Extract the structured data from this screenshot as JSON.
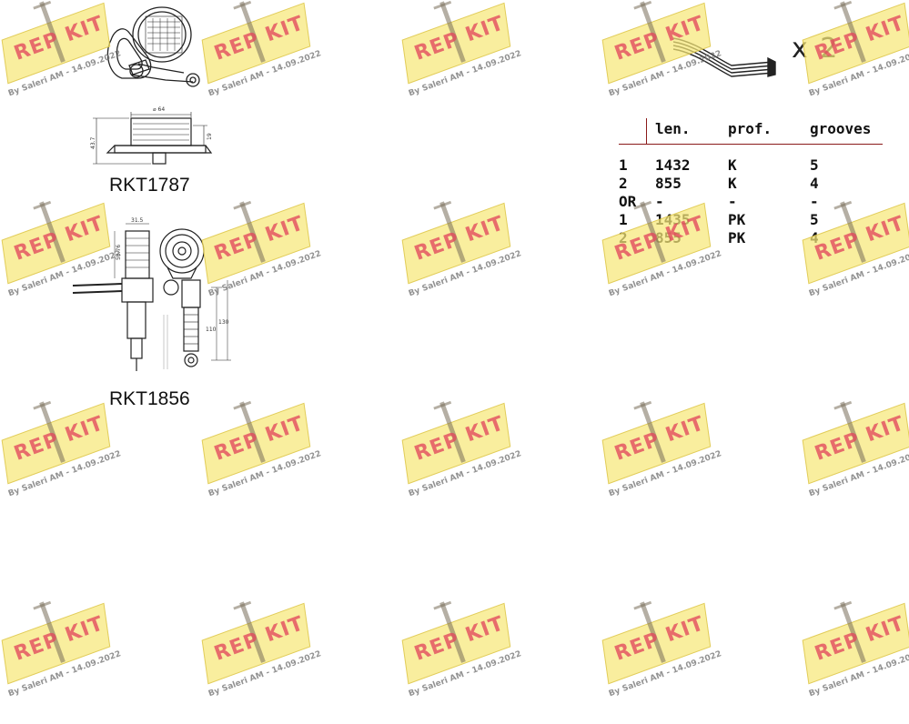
{
  "parts": [
    {
      "code": "RKT1787",
      "dim_diameter": "⌀ 64",
      "dim_height": "43.7",
      "dim_width": "19"
    },
    {
      "code": "RKT1856",
      "dim_width": "31.5",
      "dim_height": "53.76",
      "dim_a": "110",
      "dim_b": "130"
    }
  ],
  "belt": {
    "multiplier": "x 2"
  },
  "table": {
    "headers": [
      "len.",
      "prof.",
      "grooves"
    ],
    "rows": [
      [
        "1",
        "1432",
        "K",
        "5"
      ],
      [
        "2",
        "855",
        "K",
        "4"
      ],
      [
        "OR",
        "-",
        "-",
        "-"
      ],
      [
        "1",
        "1435",
        "PK",
        "5"
      ],
      [
        "2",
        "855",
        "PK",
        "4"
      ]
    ]
  },
  "watermark": {
    "brand": "REP KIT",
    "signature": "By Saleri AM - 14.09.2022"
  },
  "colors": {
    "table_rule": "#8b1a1a",
    "watermark_plate": "#f6e878",
    "watermark_text": "#e2485c"
  }
}
